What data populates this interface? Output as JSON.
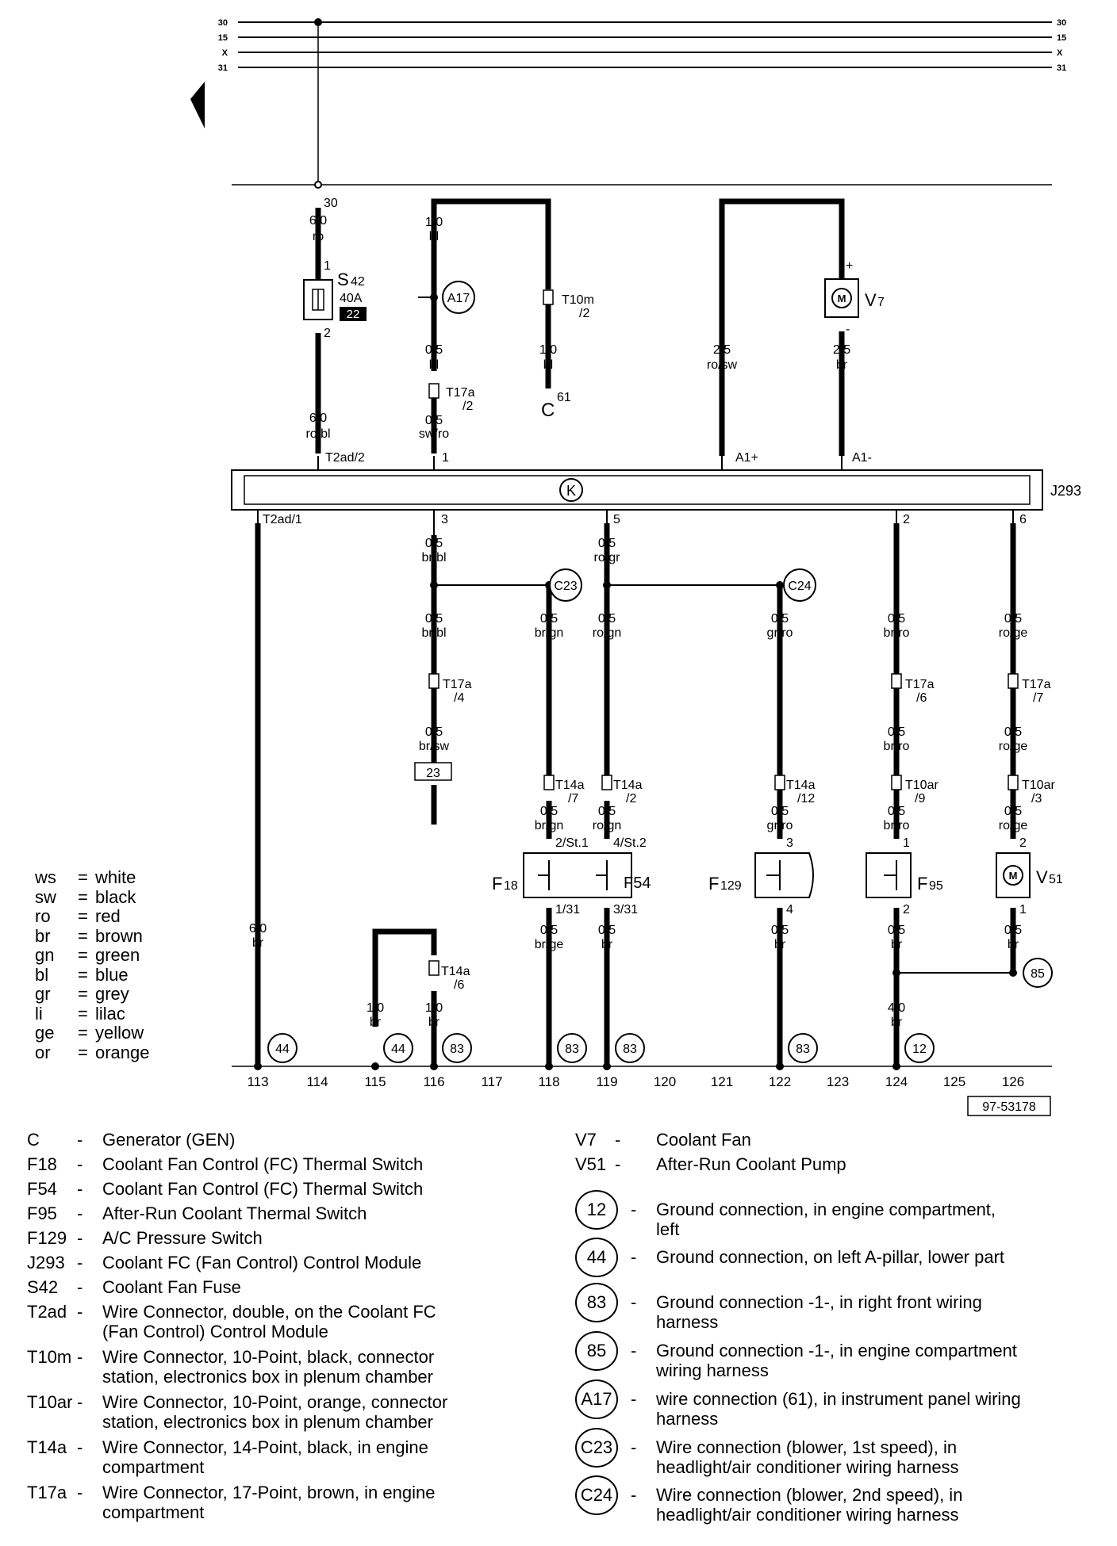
{
  "bus": {
    "rails": [
      "30",
      "15",
      "X",
      "31"
    ]
  },
  "diagram_id": "97-53178",
  "module": {
    "label": "J293",
    "symbol": "K"
  },
  "columns": [
    "113",
    "114",
    "115",
    "116",
    "117",
    "118",
    "119",
    "120",
    "121",
    "122",
    "123",
    "124",
    "125",
    "126"
  ],
  "color_key": [
    {
      "code": "ws",
      "name": "white"
    },
    {
      "code": "sw",
      "name": "black"
    },
    {
      "code": "ro",
      "name": "red"
    },
    {
      "code": "br",
      "name": "brown"
    },
    {
      "code": "gn",
      "name": "green"
    },
    {
      "code": "bl",
      "name": "blue"
    },
    {
      "code": "gr",
      "name": "grey"
    },
    {
      "code": "li",
      "name": "lilac"
    },
    {
      "code": "ge",
      "name": "yellow"
    },
    {
      "code": "or",
      "name": "orange"
    }
  ],
  "labels": {
    "pin30": "30",
    "s42_size": "6,0",
    "s42_color": "ro",
    "s42_pin1": "1",
    "s42_name": "S",
    "s42_sub": "42",
    "s42_amp": "40A",
    "s42_badge": "22",
    "s42_pin2": "2",
    "s42_out_size": "6,0",
    "s42_out_color": "ro/bl",
    "t2ad2": "T2ad/2",
    "w_bl_top_size": "1,0",
    "w_bl_top_color": "bl",
    "a17": "A17",
    "w_bl_mid_size": "0,5",
    "w_bl_mid_color": "bl",
    "t17a_2": "T17a",
    "t17a_2_pin": "/2",
    "w_swro_size": "0,5",
    "w_swro_color": "sw/ro",
    "pin1_mod": "1",
    "t10m": "T10m",
    "t10m_pin": "/2",
    "w_c_size": "1,0",
    "w_c_color": "bl",
    "c_label": "C",
    "c_pin": "61",
    "w_rosw_size": "2,5",
    "w_rosw_color": "ro/sw",
    "a1plus": "A1+",
    "v7_plus": "+",
    "v7_minus": "-",
    "v7_name": "V",
    "v7_sub": "7",
    "motor": "M",
    "w_v7br_size": "2,5",
    "w_v7br_color": "br",
    "a1minus": "A1-",
    "t2ad1": "T2ad/1",
    "pin3": "3",
    "pin5": "5",
    "pin2": "2",
    "pin6": "6",
    "w_brbl_size": "0,5",
    "w_brbl_color": "br/bl",
    "w_rogr_size": "0,5",
    "w_rogr_color": "ro/gr",
    "c23": "C23",
    "c24": "C24",
    "w_brbl2_size": "0,5",
    "w_brbl2_color": "br/bl",
    "w_brgn_size": "0,5",
    "w_brgn_color": "br/gn",
    "w_rogn_size": "0,5",
    "w_rogn_color": "ro/gn",
    "w_grro_size": "0,5",
    "w_grro_color": "gr/ro",
    "w_brro_size": "0,5",
    "w_brro_color": "br/ro",
    "w_roge_size": "0,5",
    "w_roge_color": "ro/ge",
    "t17a_4": "T17a",
    "t17a_4_pin": "/4",
    "t17a_6": "T17a",
    "t17a_6_pin": "/6",
    "t17a_7": "T17a",
    "t17a_7_pin": "/7",
    "w_brsw_size": "0,5",
    "w_brsw_color": "br/sw",
    "ref23": "23",
    "w_brro2_size": "0,5",
    "w_brro2_color": "br/ro",
    "w_roge2_size": "0,5",
    "w_roge2_color": "ro/ge",
    "t14a_7": "T14a",
    "t14a_7_pin": "/7",
    "t14a_2": "T14a",
    "t14a_2_pin": "/2",
    "t14a_12": "T14a",
    "t14a_12_pin": "/12",
    "t10ar_9": "T10ar",
    "t10ar_9_pin": "/9",
    "t10ar_3": "T10ar",
    "t10ar_3_pin": "/3",
    "w_brgn2_size": "0,5",
    "w_brgn2_color": "br/gn",
    "w_rogn2_size": "0,5",
    "w_rogn2_color": "ro/gn",
    "w_grro2_size": "0,5",
    "w_grro2_color": "gr/ro",
    "w_brro3_size": "0,5",
    "w_brro3_color": "br/ro",
    "w_roge3_size": "0,5",
    "w_roge3_color": "ro/ge",
    "f18_pin_top": "2/St.1",
    "f54_pin_top": "4/St.2",
    "f129_pin_top": "3",
    "f95_pin_top": "1",
    "v51_pin_top": "2",
    "f18_name": "F",
    "f18_sub": "18",
    "f54_name": "F54",
    "f129_name": "F",
    "f129_sub": "129",
    "f95_name": "F",
    "f95_sub": "95",
    "v51_name": "V",
    "v51_sub": "51",
    "f18_pin_bot": "1/31",
    "f54_pin_bot": "3/31",
    "f129_pin_bot": "4",
    "f95_pin_bot": "2",
    "v51_pin_bot": "1",
    "w_brge_size": "0,5",
    "w_brge_color": "br/ge",
    "w_br119_size": "0,5",
    "w_br119_color": "br",
    "w_br122_size": "0,5",
    "w_br122_color": "br",
    "w_br124_size": "0,5",
    "w_br124_color": "br",
    "w_br126_size": "0,5",
    "w_br126_color": "br",
    "g85": "85",
    "w_br124b_size": "4,0",
    "w_br124b_color": "br",
    "w_br113_size": "6,0",
    "w_br113_color": "br",
    "t14a_6": "T14a",
    "t14a_6_pin": "/6",
    "w_br115_size": "1,0",
    "w_br115_color": "br",
    "w_br116_size": "1,0",
    "w_br116_color": "br",
    "g44a": "44",
    "g44b": "44",
    "g83a": "83",
    "g83b": "83",
    "g83c": "83",
    "g83d": "83",
    "g12": "12",
    "dash": "-",
    "eq": "="
  },
  "legend_left": [
    {
      "code": "C",
      "desc": [
        "Generator (GEN)"
      ]
    },
    {
      "code": "F18",
      "desc": [
        "Coolant Fan Control (FC) Thermal Switch"
      ]
    },
    {
      "code": "F54",
      "desc": [
        "Coolant Fan Control (FC) Thermal Switch"
      ]
    },
    {
      "code": "F95",
      "desc": [
        "After-Run Coolant Thermal Switch"
      ]
    },
    {
      "code": "F129",
      "desc": [
        "A/C Pressure Switch"
      ]
    },
    {
      "code": "J293",
      "desc": [
        "Coolant FC (Fan Control) Control Module"
      ]
    },
    {
      "code": "S42",
      "desc": [
        "Coolant Fan Fuse"
      ]
    },
    {
      "code": "T2ad",
      "desc": [
        "Wire Connector, double, on the Coolant FC",
        "(Fan Control) Control Module"
      ]
    },
    {
      "code": "T10m",
      "desc": [
        "Wire Connector, 10-Point, black, connector",
        "station, electronics box in plenum chamber"
      ]
    },
    {
      "code": "T10ar",
      "desc": [
        "Wire Connector, 10-Point, orange, connector",
        "station, electronics box in plenum chamber"
      ]
    },
    {
      "code": "T14a",
      "desc": [
        "Wire Connector, 14-Point, black, in engine",
        "compartment"
      ]
    },
    {
      "code": "T17a",
      "desc": [
        "Wire Connector, 17-Point, brown, in engine",
        "compartment"
      ]
    }
  ],
  "legend_right_plain": [
    {
      "code": "V7",
      "desc": [
        "Coolant Fan"
      ]
    },
    {
      "code": "V51",
      "desc": [
        "After-Run Coolant Pump"
      ]
    }
  ],
  "legend_right_circles": [
    {
      "code": "12",
      "desc": [
        "Ground connection, in engine compartment,",
        "left"
      ]
    },
    {
      "code": "44",
      "desc": [
        "Ground connection, on left A-pillar, lower part"
      ]
    },
    {
      "code": "83",
      "desc": [
        "Ground connection -1-, in right front wiring",
        "harness"
      ]
    },
    {
      "code": "85",
      "desc": [
        "Ground connection -1-, in engine compartment",
        "wiring harness"
      ]
    },
    {
      "code": "A17",
      "desc": [
        "wire connection (61), in instrument panel wiring",
        "harness"
      ]
    },
    {
      "code": "C23",
      "desc": [
        "Wire connection (blower, 1st speed), in",
        "headlight/air conditioner wiring harness"
      ]
    },
    {
      "code": "C24",
      "desc": [
        "Wire connection (blower, 2nd speed), in",
        "headlight/air conditioner wiring harness"
      ]
    }
  ]
}
